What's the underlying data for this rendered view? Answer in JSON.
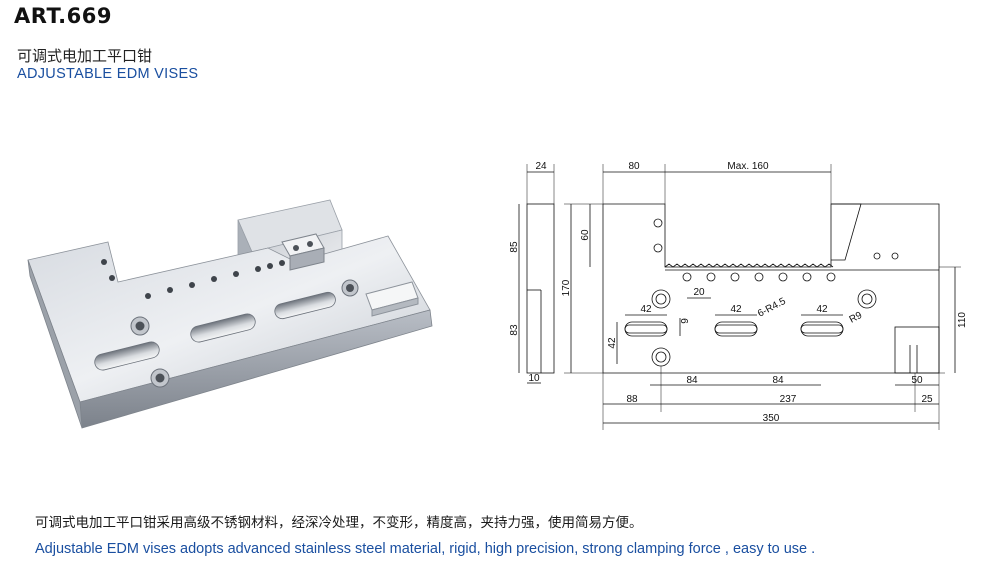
{
  "header": {
    "art_number": "ART.669",
    "title_cn": "可调式电加工平口钳",
    "title_en": "ADJUSTABLE EDM VISES"
  },
  "drawing": {
    "dimensions": {
      "d24": "24",
      "d80": "80",
      "max160": "Max. 160",
      "d85": "85",
      "d60": "60",
      "d170": "170",
      "d83": "83",
      "d20": "20",
      "hole_r": "6-R4.5",
      "d42_a": "42",
      "d42_b": "42",
      "d42_c": "42",
      "d9": "9",
      "d42_v": "42",
      "r9": "R9",
      "d110": "110",
      "d10": "10",
      "d84_a": "84",
      "d84_b": "84",
      "d50": "50",
      "d88": "88",
      "d237": "237",
      "d25": "25",
      "d350": "350"
    }
  },
  "description": {
    "cn": "可调式电加工平口钳采用高级不锈钢材料，经深冷处理，不变形，精度高，夹持力强，使用简易方便。",
    "en": "Adjustable EDM vises adopts advanced stainless steel material, rigid, high precision, strong clamping  force , easy to use ."
  },
  "colors": {
    "title_blue": "#1a4fa0",
    "steel_light": "#e4e7ec",
    "steel_dark": "#8b919b"
  }
}
